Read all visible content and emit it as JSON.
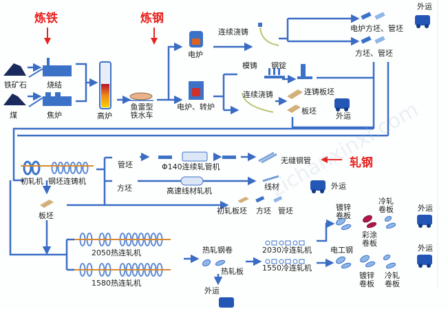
{
  "stages": {
    "ironmaking": "炼铁",
    "steelmaking": "炼钢",
    "rolling": "轧钢"
  },
  "ironmaking": {
    "iron_ore": "铁矿石",
    "sintering": "烧结",
    "coal": "煤",
    "coke_oven": "焦炉",
    "blast_furnace": "高炉",
    "torpedo_car_line1": "鱼雷型",
    "torpedo_car_line2": "铁水车"
  },
  "steelmaking": {
    "electric_furnace": "电炉",
    "eaf_converter": "电炉、转炉",
    "continuous_casting_top": "连续浇铸",
    "ingot_casting": "模铸",
    "steel_ingot": "钢锭",
    "continuous_casting_mid": "连续浇铸",
    "cast_slab": "连铸板坯",
    "slab": "板坯",
    "ship_out_mid": "外运",
    "eaf_billet_tube": "电炉方坯、管坯",
    "billet_tube": "方坯、管坯",
    "ship_out_top": "外运"
  },
  "rolling": {
    "roughing_mill": "初轧机",
    "billet_caster": "钢坯连铸机",
    "slab": "板坯",
    "tube_billet": "管坯",
    "square_billet": "方坯",
    "tube_mill": "Φ140连续轧管机",
    "seamless_pipe": "无缝钢管",
    "wire_mill": "高速线材轧机",
    "wire_rod": "线材",
    "ship_out_wire": "外运",
    "rough_slab": "初轧板坯",
    "square_billet_out": "方坯",
    "tube_billet_out": "管坯",
    "hot_mill_2050": "2050热连轧机",
    "hot_mill_1580": "1580热连轧机",
    "hot_coil": "热轧钢卷",
    "hot_plate": "热轧板",
    "ship_out_hot": "外运",
    "cold_mill_2030": "2030冷连轧机",
    "cold_mill_1550": "1550冷连轧机",
    "galvanized_coil_top": "镀锌卷板",
    "color_coated_coil": "彩涂卷板",
    "cold_coil_top": "冷轧卷板",
    "ship_out_top_right": "外运",
    "electrical_steel": "电工钢",
    "galvanized_coil_bottom": "镀锌卷板",
    "cold_coil_bottom": "冷轧卷板",
    "ship_out_bottom_right": "外运"
  },
  "watermark": "zichanxinxi.com"
}
